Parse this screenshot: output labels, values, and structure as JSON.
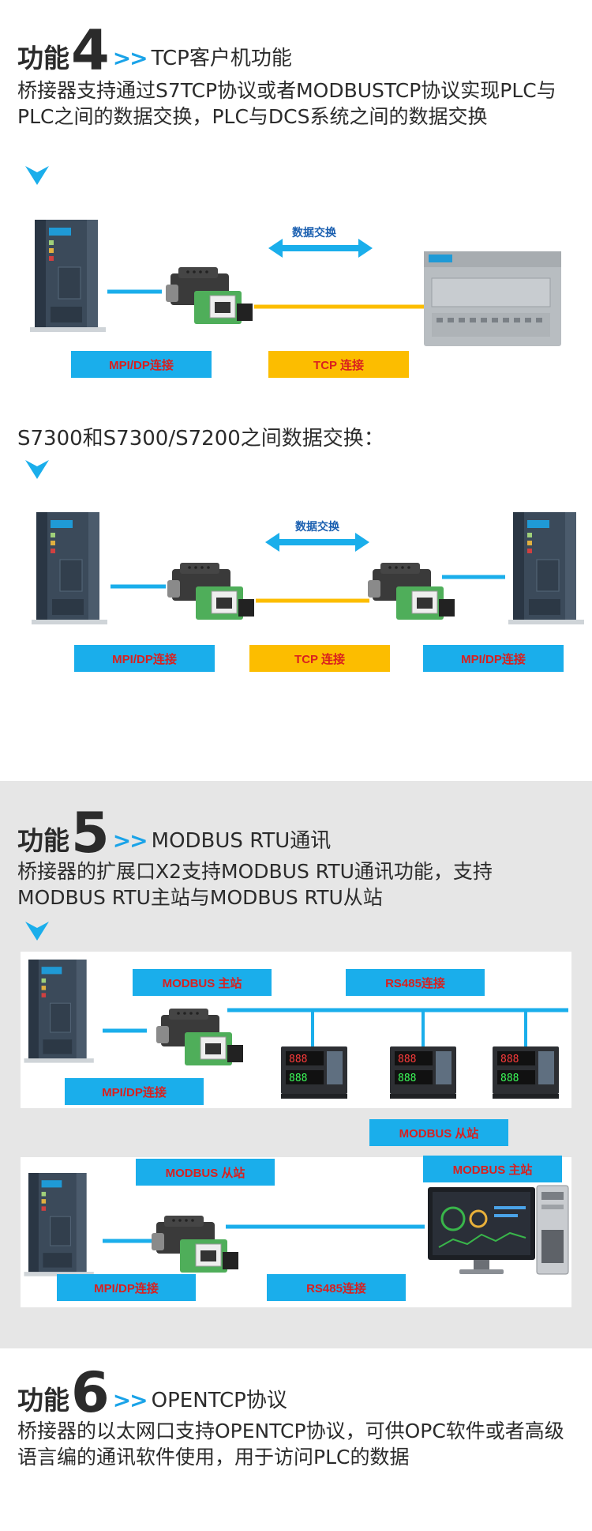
{
  "section4": {
    "word": "功能",
    "number": "4",
    "arrows": ">>",
    "title": "TCP客户机功能",
    "desc": "桥接器支持通过S7TCP协议或者MODBUSTCP协议实现PLC与PLC之间的数据交换，PLC与DCS系统之间的数据交换",
    "diagram1": {
      "exchange": "数据交换",
      "label_left": "MPI/DP连接",
      "label_mid": "TCP 连接"
    },
    "subhead": "S7300和S7300/S7200之间数据交换：",
    "diagram2": {
      "exchange": "数据交换",
      "label_left": "MPI/DP连接",
      "label_mid": "TCP 连接",
      "label_right": "MPI/DP连接"
    }
  },
  "section5": {
    "word": "功能",
    "number": "5",
    "arrows": ">>",
    "title": "MODBUS RTU通讯",
    "desc": "桥接器的扩展口X2支持MODBUS RTU通讯功能，支持MODBUS RTU主站与MODBUS RTU从站",
    "panel1": {
      "label_master": "MODBUS 主站",
      "label_rs485": "RS485连接",
      "label_mpi": "MPI/DP连接",
      "label_slave": "MODBUS 从站"
    },
    "panel2": {
      "label_slave": "MODBUS 从站",
      "label_master": "MODBUS 主站",
      "label_mpi": "MPI/DP连接",
      "label_rs485": "RS485连接"
    }
  },
  "section6": {
    "word": "功能",
    "number": "6",
    "arrows": ">>",
    "title": "OPENTCP协议",
    "desc": "桥接器的以太网口支持OPENTCP协议，可供OPC软件或者高级语言编的通讯软件使用，用于访问PLC的数据"
  },
  "colors": {
    "accent_blue": "#1aaeeb",
    "accent_yellow": "#fcbd00",
    "label_red": "#d9201f",
    "gray_bg": "#e6e6e6"
  }
}
